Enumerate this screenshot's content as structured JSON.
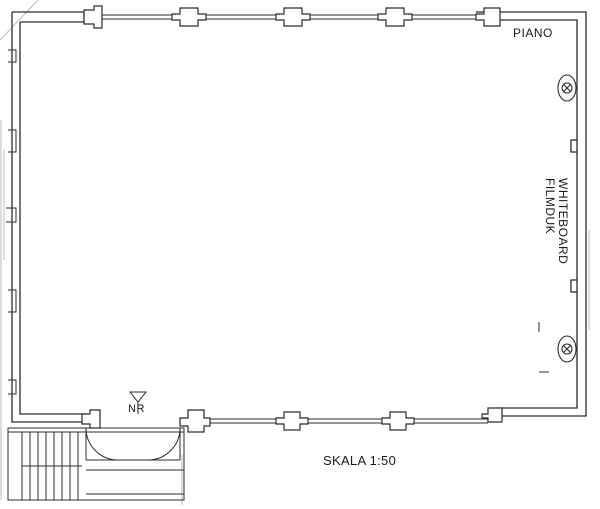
{
  "labels": {
    "piano": "PIANO",
    "whiteboard": "WHITEBOARD",
    "filmduk": "FILMDUK",
    "scale": "SKALA 1:50",
    "door_mark": "NR"
  },
  "icons": [
    "light-fixture-icon",
    "light-fixture-icon",
    "north-arrow-icon"
  ],
  "colors": {
    "line": "#2b2b2b",
    "paper": "#ffffff"
  }
}
